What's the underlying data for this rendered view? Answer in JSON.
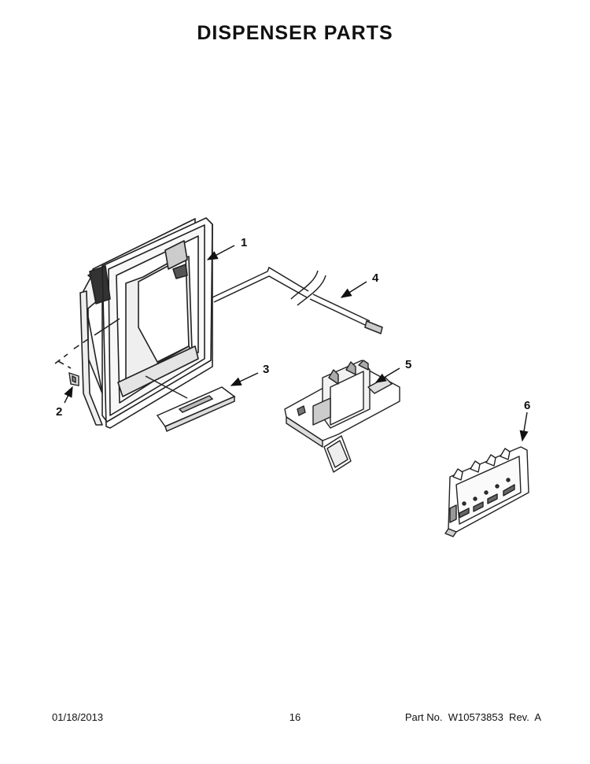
{
  "title": "DISPENSER PARTS",
  "callouts": [
    {
      "id": "1"
    },
    {
      "id": "2"
    },
    {
      "id": "3"
    },
    {
      "id": "4"
    },
    {
      "id": "5"
    },
    {
      "id": "6"
    }
  ],
  "footer": {
    "date": "01/18/2013",
    "page": "16",
    "part_no": "Part No.  W10573853  Rev.  A"
  }
}
